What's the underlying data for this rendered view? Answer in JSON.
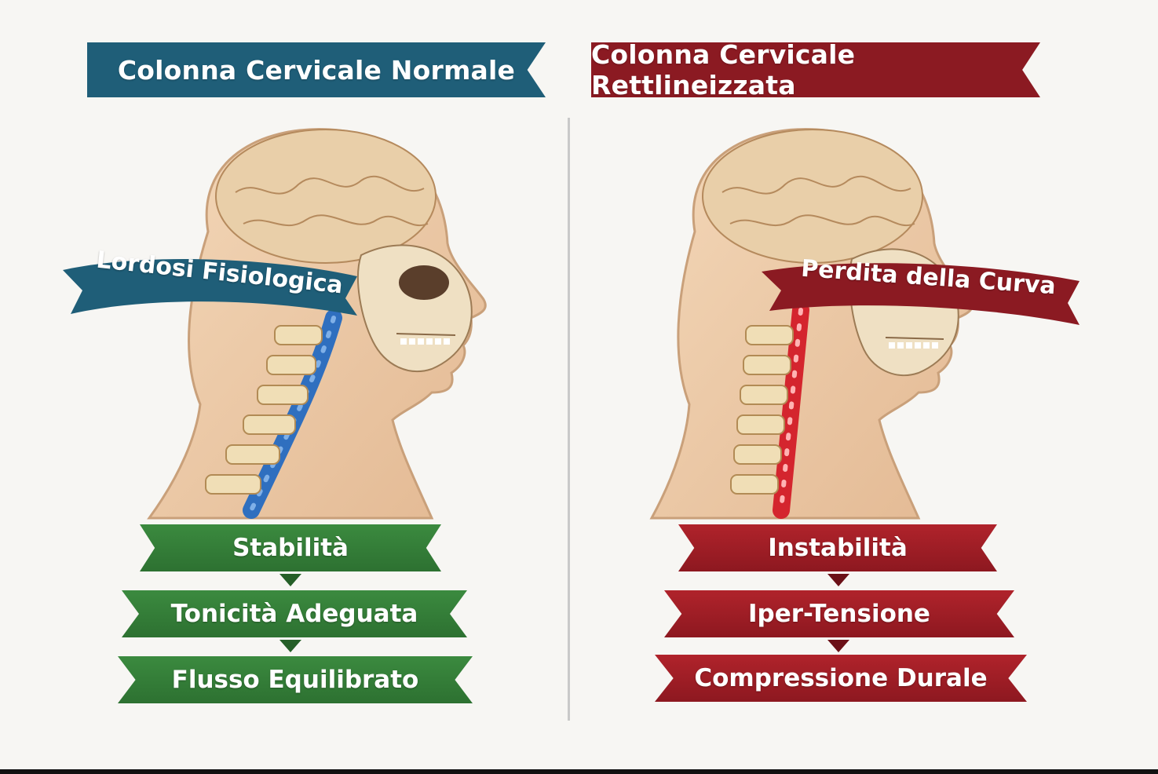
{
  "left": {
    "title": "Colonna Cervicale Normale",
    "ribbon": "Lordosi Fisiologica",
    "steps": [
      "Stabilità",
      "Tonicità Adeguata",
      "Flusso Equilibrato"
    ],
    "accent": "#1f5e78",
    "spine_color": "#2f6fbf",
    "step_color": "#2d7131"
  },
  "right": {
    "title": "Colonna Cervicale Rettlineizzata",
    "ribbon": "Perdita della Curva",
    "steps": [
      "Instabilità",
      "Iper-Tensione",
      "Compressione Durale"
    ],
    "accent": "#8b1a22",
    "spine_color": "#d4252e",
    "step_color": "#8d1820"
  }
}
